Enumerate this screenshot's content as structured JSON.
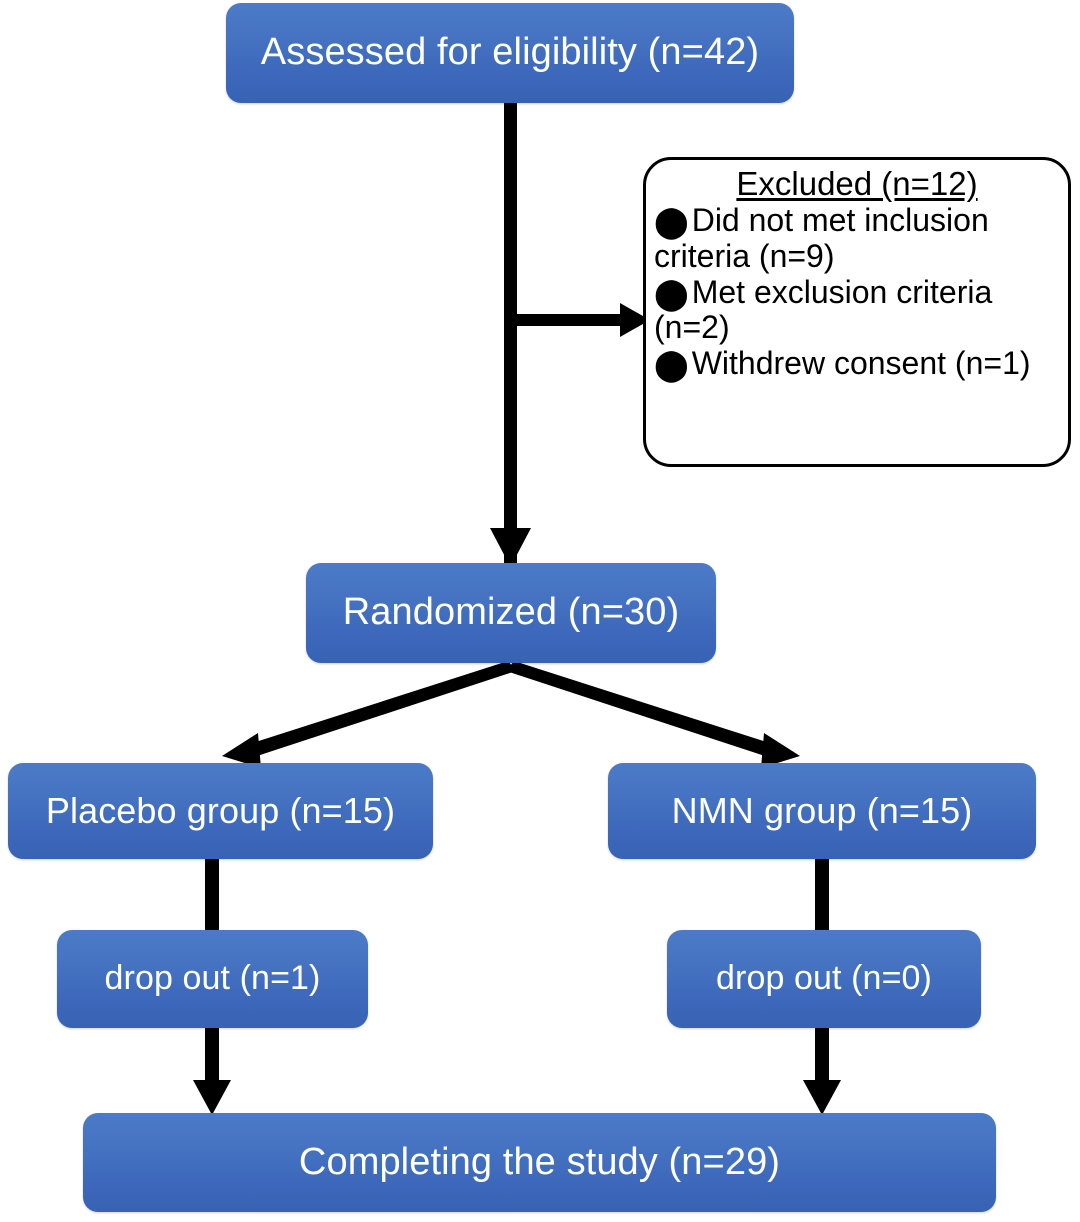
{
  "diagram": {
    "title": "CONSORT participant flow diagram",
    "colors": {
      "box_fill_top": "#4b7bc8",
      "box_fill_bottom": "#3862b4",
      "box_text": "#ffffff",
      "connector": "#000000",
      "excluded_border": "#000000",
      "excluded_text": "#000000",
      "background": "#ffffff"
    },
    "nodes": {
      "assessed": {
        "label": "Assessed for eligibility (n=42)",
        "n": 42
      },
      "randomized": {
        "label": "Randomized (n=30)",
        "n": 30
      },
      "placebo_group": {
        "label": "Placebo group (n=15)",
        "n": 15
      },
      "nmn_group": {
        "label": "NMN group (n=15)",
        "n": 15
      },
      "dropout_placebo": {
        "label": "drop out (n=1)",
        "n": 1
      },
      "dropout_nmn": {
        "label": "drop out (n=0)",
        "n": 0
      },
      "completing": {
        "label": "Completing the study (n=29)",
        "n": 29
      }
    },
    "excluded": {
      "title": "Excluded (n=12)",
      "n": 12,
      "bullet_glyph": "⬤",
      "reasons": [
        {
          "label": "Did not met inclusion criteria (n=9)",
          "n": 9
        },
        {
          "label": "Met exclusion criteria (n=2)",
          "n": 2
        },
        {
          "label": "Withdrew consent (n=1)",
          "n": 1
        }
      ]
    },
    "connectors": [
      {
        "name": "assessed-to-randomized",
        "from": "assessed",
        "to": "randomized",
        "style": "straight-down-arrow"
      },
      {
        "name": "assessed-to-excluded",
        "from": "assessed",
        "to": "excluded",
        "style": "branch-right-arrow"
      },
      {
        "name": "randomized-to-placebo",
        "from": "randomized",
        "to": "placebo_group",
        "style": "diagonal-left-arrow"
      },
      {
        "name": "randomized-to-nmn",
        "from": "randomized",
        "to": "nmn_group",
        "style": "diagonal-right-arrow"
      },
      {
        "name": "placebo-to-dropout",
        "from": "placebo_group",
        "to": "dropout_placebo",
        "style": "straight-down-line"
      },
      {
        "name": "nmn-to-dropout",
        "from": "nmn_group",
        "to": "dropout_nmn",
        "style": "straight-down-line"
      },
      {
        "name": "dropout-placebo-to-completing",
        "from": "dropout_placebo",
        "to": "completing",
        "style": "straight-down-arrow"
      },
      {
        "name": "dropout-nmn-to-completing",
        "from": "dropout_nmn",
        "to": "completing",
        "style": "straight-down-arrow"
      }
    ]
  }
}
